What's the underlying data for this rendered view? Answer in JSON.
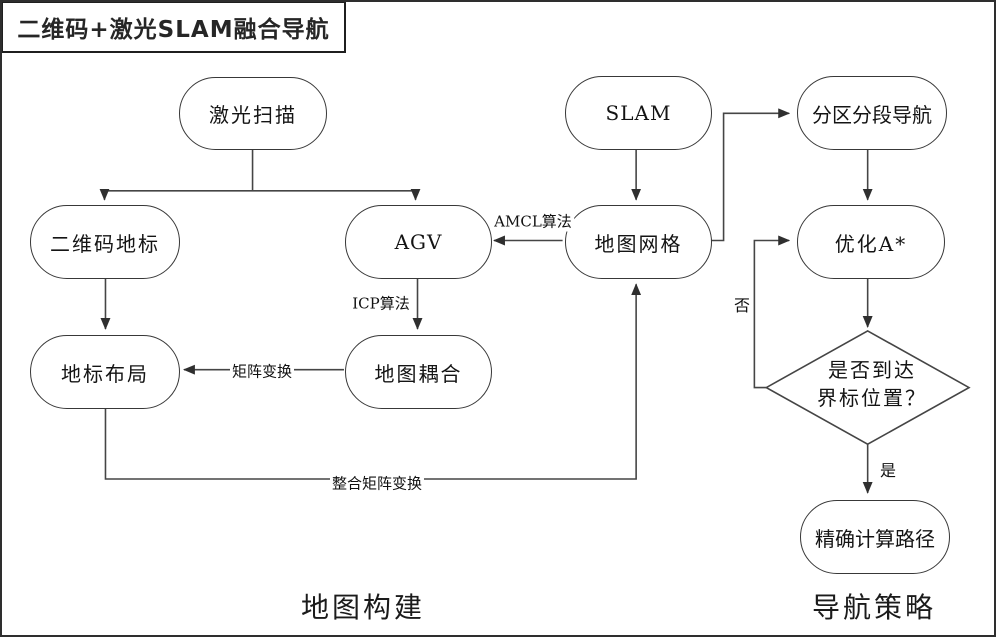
{
  "title": "二维码+激光SLAM融合导航",
  "nodes": {
    "laser_scan": "激光扫描",
    "qr_landmark": "二维码地标",
    "landmark_layout": "地标布局",
    "agv": "AGV",
    "map_coupling": "地图耦合",
    "slam": "SLAM",
    "map_grid": "地图网格",
    "partition_nav": "分区分段导航",
    "optimized_astar": "优化A*",
    "precise_path": "精确计算路径"
  },
  "decision": {
    "line1": "是否到达",
    "line2": "界标位置？"
  },
  "edge_labels": {
    "amcl": "AMCL算法",
    "icp": "ICP算法",
    "matrix_transform": "矩阵变换",
    "integrated_matrix_transform": "整合矩阵变换",
    "no": "否",
    "yes": "是"
  },
  "sections": {
    "map_building": "地图构建",
    "nav_strategy": "导航策略"
  },
  "colors": {
    "line": "#454545",
    "arrow": "#2f2f2f",
    "node_border": "#383838",
    "background": "#ffffff",
    "text": "#141414"
  }
}
